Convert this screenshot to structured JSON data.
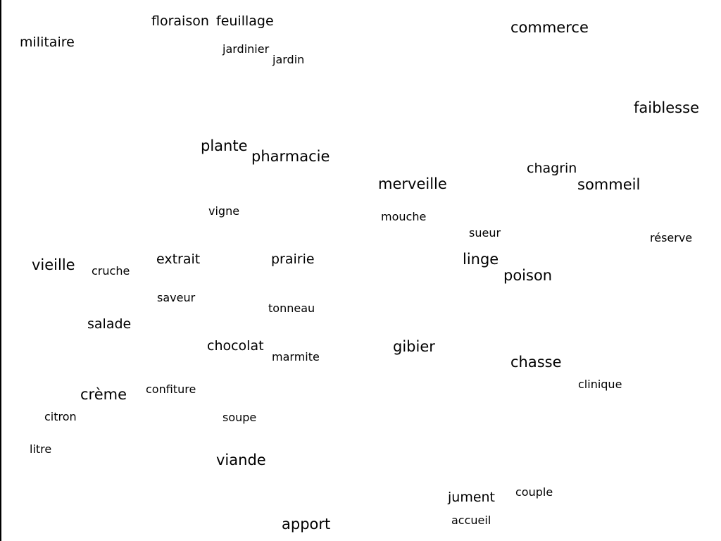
{
  "colors": {
    "background": "#ffffff",
    "text": "#000000",
    "frame": "#000000"
  },
  "words": {
    "militaire": "militaire",
    "floraison": "floraison",
    "feuillage": "feuillage",
    "jardinier": "jardinier",
    "jardin": "jardin",
    "commerce": "commerce",
    "faiblesse": "faiblesse",
    "plante": "plante",
    "pharmacie": "pharmacie",
    "chagrin": "chagrin",
    "sommeil": "sommeil",
    "merveille": "merveille",
    "vigne": "vigne",
    "mouche": "mouche",
    "sueur": "sueur",
    "reserve": "réserve",
    "vieille": "vieille",
    "cruche": "cruche",
    "extrait": "extrait",
    "prairie": "prairie",
    "linge": "linge",
    "poison": "poison",
    "saveur": "saveur",
    "tonneau": "tonneau",
    "salade": "salade",
    "chocolat": "chocolat",
    "marmite": "marmite",
    "gibier": "gibier",
    "chasse": "chasse",
    "clinique": "clinique",
    "creme": "crème",
    "confiture": "confiture",
    "citron": "citron",
    "soupe": "soupe",
    "litre": "litre",
    "viande": "viande",
    "jument": "jument",
    "couple": "couple",
    "accueil": "accueil",
    "apport": "apport"
  }
}
